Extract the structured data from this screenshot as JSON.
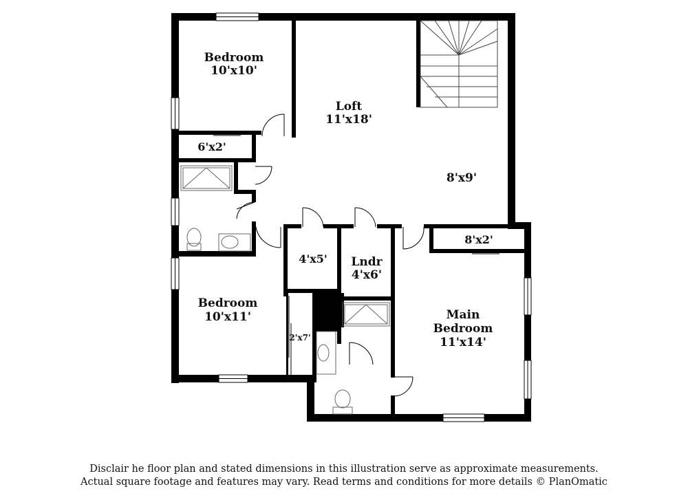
{
  "rooms": {
    "bedroom_nw": {
      "name": "Bedroom",
      "size": "10'x10'"
    },
    "loft": {
      "name": "Loft",
      "size": "11'x18'"
    },
    "closet_6x2": {
      "size": "6'x2'"
    },
    "area_8x9": {
      "size": "8'x9'"
    },
    "closet_8x2": {
      "size": "8'x2'"
    },
    "closet_4x5": {
      "size": "4'x5'"
    },
    "laundry": {
      "name": "Lndr",
      "size": "4'x6'"
    },
    "bedroom_sw": {
      "name": "Bedroom",
      "size": "10'x11'"
    },
    "closet_2x7": {
      "size": "2'x7'"
    },
    "main_bedroom": {
      "line1": "Main",
      "line2": "Bedroom",
      "size": "11'x14'"
    }
  },
  "disclaimer": {
    "line1": "Disclair    he floor plan and stated dimensions in this illustration serve as approximate measurements.",
    "line2": "Actual square footage and features may vary. Read terms and conditions for more details © PlanOmatic"
  },
  "colors": {
    "wall": "#000000",
    "fixture": "#666666",
    "background": "#ffffff"
  }
}
